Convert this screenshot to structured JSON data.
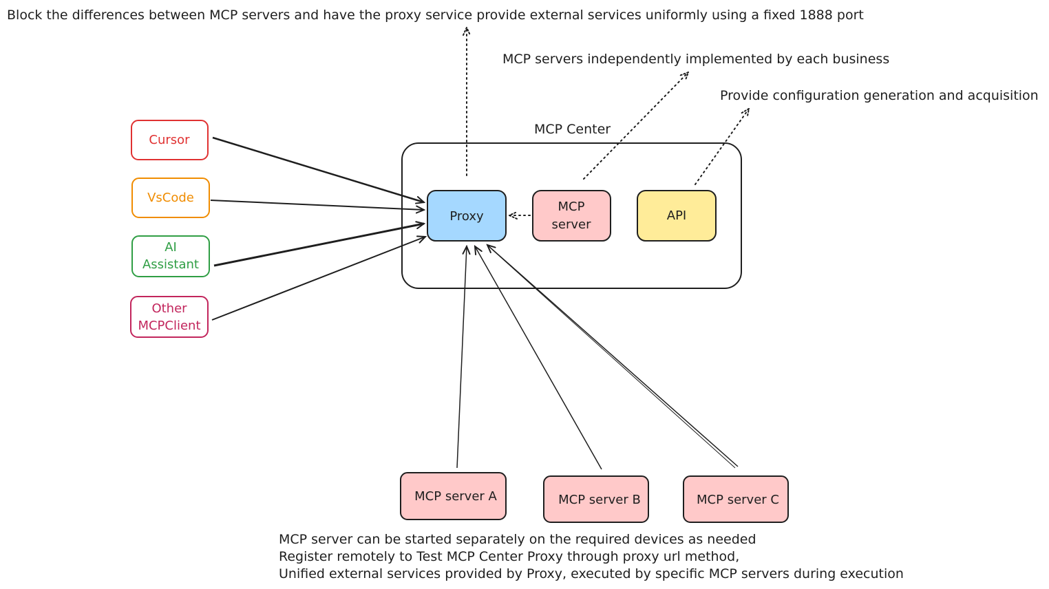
{
  "annotations": {
    "proxy_goal": "Block the differences between MCP servers and have the proxy service provide external services uniformly using a fixed 1888 port",
    "mcp_servers_note": "MCP servers independently implemented by each business",
    "api_note": "Provide configuration generation and acquisition",
    "footer": [
      "MCP server can be started separately on the required devices as needed",
      "Register remotely to Test MCP Center Proxy through proxy url method,",
      "Unified external services provided by Proxy, executed by specific MCP servers during execution"
    ]
  },
  "center": {
    "label": "MCP Center",
    "proxy": "Proxy",
    "mcp_server": [
      "MCP",
      "server"
    ],
    "api": "API"
  },
  "clients": {
    "cursor": {
      "lines": [
        "Cursor"
      ],
      "color": "#e03131"
    },
    "vscode": {
      "lines": [
        "VsCode"
      ],
      "color": "#f08c00"
    },
    "ai_assistant": {
      "lines": [
        "AI",
        "Assistant"
      ],
      "color": "#2f9e44"
    },
    "other": {
      "lines": [
        "Other",
        "MCPClient"
      ],
      "color": "#c2255c"
    }
  },
  "servers": {
    "a": "MCP server A",
    "b": "MCP server B",
    "c": "MCP server C"
  },
  "colors": {
    "proxy_fill": "#a5d8ff",
    "server_fill": "#ffc9c9",
    "api_fill": "#ffec99",
    "stroke": "#1e1e1e"
  }
}
